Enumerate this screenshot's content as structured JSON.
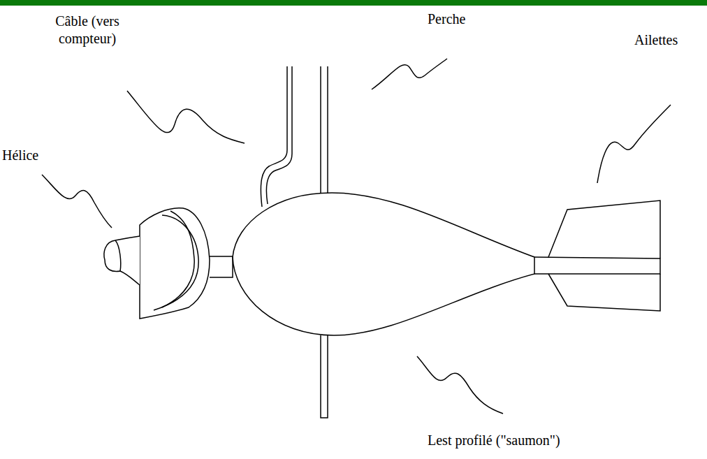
{
  "diagram": {
    "labels": [
      "Câble (vers compteur)",
      "Perche",
      "Ailettes",
      "Hélice",
      "Lest profilé (\"saumon\")"
    ]
  }
}
